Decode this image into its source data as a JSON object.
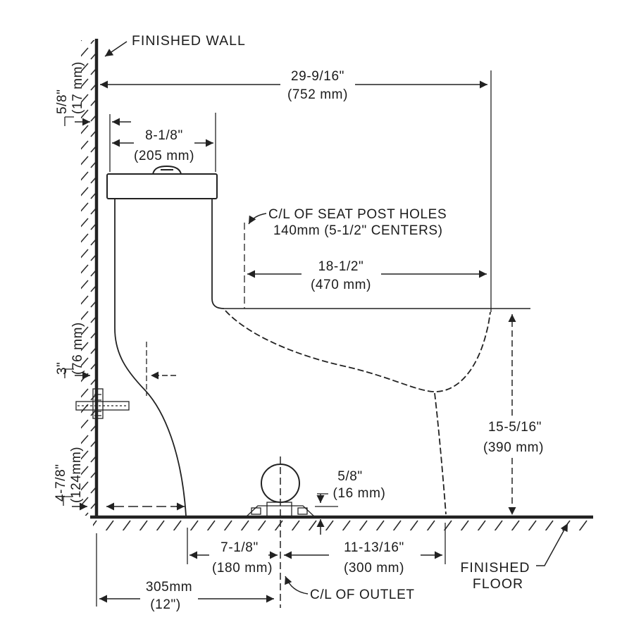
{
  "diagram": {
    "wall_label": "FINISHED WALL",
    "floor_label_line1": "FINISHED",
    "floor_label_line2": "FLOOR",
    "outlet_centerline_label": "C/L OF OUTLET",
    "seat_post_label_line1": "C/L OF SEAT POST HOLES",
    "seat_post_label_line2": "140mm (5-1/2\" CENTERS)",
    "dims": {
      "overall_depth_in": "29-9/16\"",
      "overall_depth_mm": "(752 mm)",
      "tank_width_in": "8-1/8\"",
      "tank_width_mm": "(205 mm)",
      "seat_holes_to_front_in": "18-1/2\"",
      "seat_holes_to_front_mm": "(470 mm)",
      "wall_gap_in": "5/8\"",
      "wall_gap_mm": "(17 mm)",
      "supply_offset_in": "3\"",
      "supply_offset_mm": "(76 mm)",
      "base_setback_in": "4-7/8\"",
      "base_setback_mm": "(124mm)",
      "rim_height_in": "15-5/16\"",
      "rim_height_mm": "(390 mm)",
      "flange_height_in": "5/8\"",
      "flange_height_mm": "(16 mm)",
      "base_to_outlet_in": "7-1/8\"",
      "base_to_outlet_mm": "(180 mm)",
      "outlet_to_front_in": "11-13/16\"",
      "outlet_to_front_mm": "(300 mm)",
      "rough_in_mm": "305mm",
      "rough_in_in": "(12\")"
    },
    "colors": {
      "ink": "#1b1b1b",
      "paper": "#ffffff"
    }
  }
}
